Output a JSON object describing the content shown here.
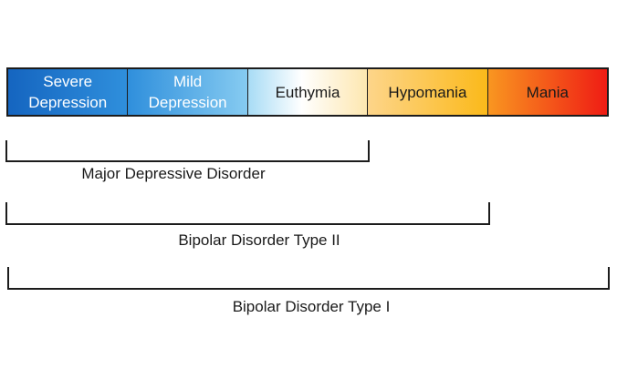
{
  "spectrum": {
    "segments": [
      {
        "line1": "Severe",
        "line2": "Depression",
        "color_start": "#1565c0",
        "color_end": "#2f8fdc"
      },
      {
        "line1": "Mild",
        "line2": "Depression",
        "color_start": "#2f8fdc",
        "color_end": "#7cc6f0"
      },
      {
        "line1": "Euthymia",
        "line2": "",
        "color_start": "#a8dcf5",
        "color_end": "#fde7b0"
      },
      {
        "line1": "Hypomania",
        "line2": "",
        "color_start": "#fdd58a",
        "color_end": "#fbb91a"
      },
      {
        "line1": "Mania",
        "line2": "",
        "color_start": "#f99620",
        "color_end": "#ef1c14"
      }
    ]
  },
  "disorders": [
    {
      "label": "Major Depressive Disorder",
      "span": "Severe Depression to Euthymia"
    },
    {
      "label": "Bipolar Disorder Type II",
      "span": "Severe Depression to Hypomania"
    },
    {
      "label": "Bipolar Disorder Type I",
      "span": "Severe Depression to Mania"
    }
  ]
}
